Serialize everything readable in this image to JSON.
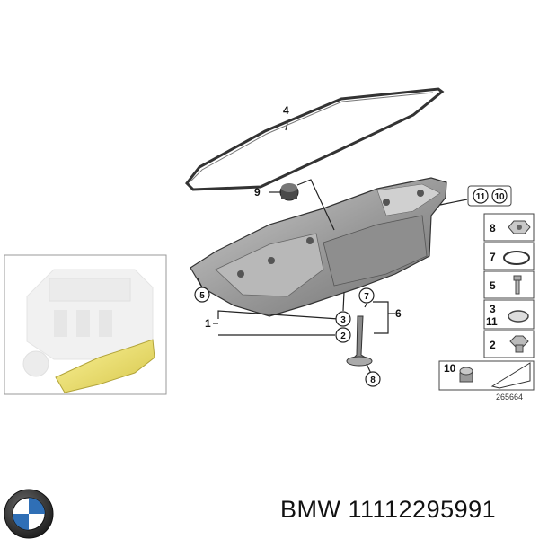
{
  "diagram": {
    "gasket_label": "4",
    "plug_label": "9",
    "pan_assembly_label": "1",
    "oil_pipe_group_label": "6",
    "screw_label": "5",
    "sub_label_3": "3",
    "sub_label_2": "2",
    "seal_label": "7",
    "dipstick_label": "8",
    "pair_labels": [
      "11",
      "10"
    ],
    "diagram_id": "265664"
  },
  "parts_list": [
    {
      "numbers": [
        "8"
      ],
      "icon": "hex-nut-icon"
    },
    {
      "numbers": [
        "7"
      ],
      "icon": "o-ring-icon"
    },
    {
      "numbers": [
        "5"
      ],
      "icon": "bolt-icon"
    },
    {
      "numbers": [
        "3",
        "11"
      ],
      "icon": "sealing-ring-icon"
    },
    {
      "numbers": [
        "2"
      ],
      "icon": "drain-plug-icon"
    }
  ],
  "bottom_box": {
    "number": "10",
    "icon": "screw-plug-icon"
  },
  "brand": {
    "name": "BMW",
    "part_number": "11112295991"
  },
  "caption": "BMW 11112295991",
  "colors": {
    "engine_highlight": "#f1e56b",
    "pan_metal": "#a7a7a7",
    "logo_blue": "#2f6fb6"
  }
}
